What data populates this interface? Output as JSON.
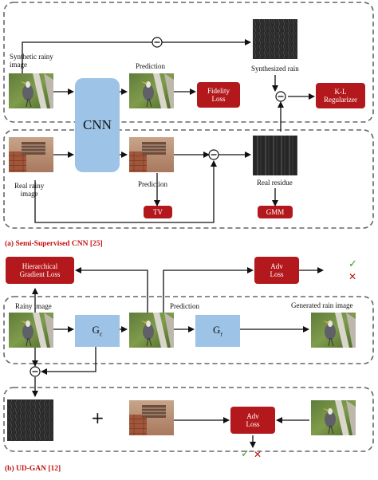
{
  "panel_a": {
    "caption": "(a) Semi-Supervised CNN [25]",
    "labels": {
      "synthetic_rainy_image": "Synthetic rainy\nimage",
      "prediction_top": "Prediction",
      "synthesized_rain": "Synthesized rain",
      "real_rainy_image": "Real rainy\nimage",
      "prediction_bottom": "Prediction",
      "real_residue": "Real residue"
    },
    "boxes": {
      "cnn": "CNN",
      "fidelity_loss": "Fidelity\nLoss",
      "kl_regularizer": "K-L\nRegularizer",
      "tv": "TV",
      "gmm": "GMM"
    },
    "operators": {
      "minus": "-"
    }
  },
  "panel_b": {
    "caption": "(b) UD-GAN [12]",
    "labels": {
      "rainy_image": "Rainy image",
      "prediction": "Prediction",
      "generated_rain_image": "Generated rain image",
      "plus": "+"
    },
    "boxes": {
      "hierarchical_gradient_loss": "Hierarchical\nGradient Loss",
      "adv_loss_top": "Adv\nLoss",
      "adv_loss_bottom": "Adv\nLoss",
      "gc_base": "G",
      "gc_sub": "c",
      "gr_base": "G",
      "gr_sub": "r"
    },
    "symbols": {
      "check": "✓",
      "cross": "✕",
      "minus": "-"
    }
  },
  "colors": {
    "red_box": "#b3191c",
    "blue_box": "#9dc3e6",
    "check_green": "#3a9a2a",
    "cross_red": "#c41010",
    "dashed_border": "#666666"
  }
}
